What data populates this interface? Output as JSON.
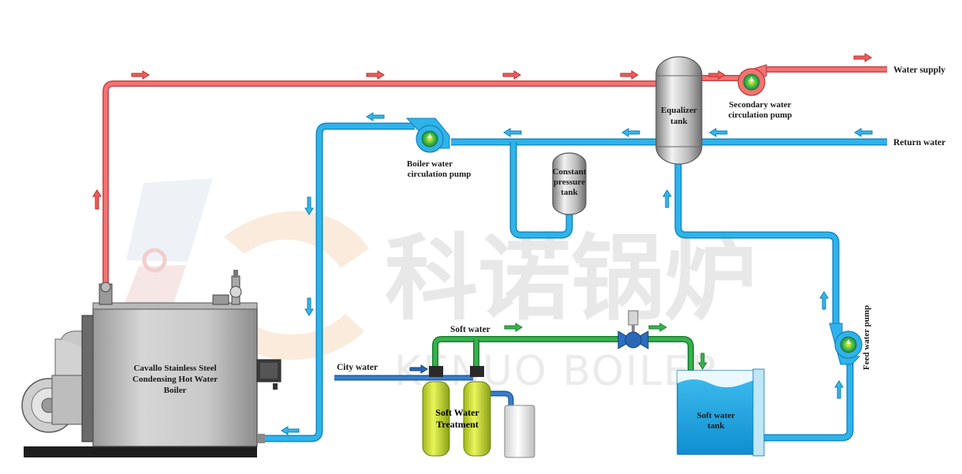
{
  "colors": {
    "supply_pipe": "#f06a6a",
    "return_pipe": "#1aa5e0",
    "city_pipe": "#2d6fb5",
    "soft_pipe": "#2fae4a",
    "tank_fill": "#1ea7e6"
  },
  "watermark": {
    "chinese": "科诺锅炉",
    "english": "KENUO BOILER"
  },
  "labels": {
    "water_supply": "Water supply",
    "return_water": "Return water",
    "equalizer": [
      "Equalizer",
      "tank"
    ],
    "secondary_pump": [
      "Secondary water",
      "circulation pump"
    ],
    "boiler_pump": [
      "Boiler water",
      "circulation pump"
    ],
    "constant_tank": [
      "Constant",
      "pressure",
      "tank"
    ],
    "boiler": [
      "Cavallo Stainless Steel",
      "Condensing Hot Water",
      "Boiler"
    ],
    "city_water": "City water",
    "soft_water": "Soft water",
    "soft_treatment": [
      "Soft Water",
      "Treatment"
    ],
    "soft_tank": [
      "Soft water",
      "tank"
    ],
    "feed_pump": "Feed water pump"
  }
}
